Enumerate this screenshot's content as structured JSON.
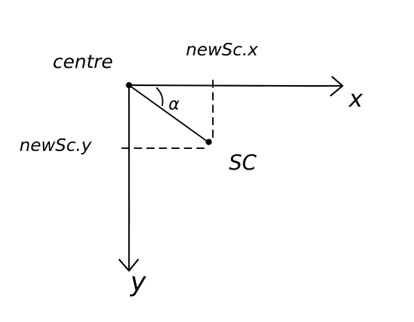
{
  "labels": {
    "origin": "centre",
    "point": "SC",
    "x_projection": "newSc.x",
    "y_projection": "newSc.y",
    "angle": "α",
    "x_axis": "x",
    "y_axis": "y"
  },
  "colors": {
    "ink": "#000000",
    "background": "#ffffff"
  }
}
